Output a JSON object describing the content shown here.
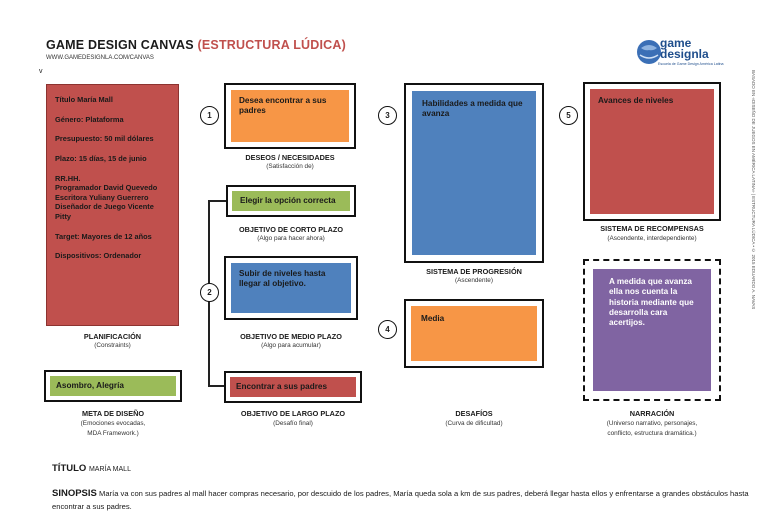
{
  "header": {
    "title_main": "GAME DESIGN CANVAS",
    "title_sub": "(ESTRUCTURA LÚDICA)",
    "url": "WWW.GAMEDESIGNLA.COM/CANVAS",
    "v_mark": "v"
  },
  "logo": {
    "line1": "game",
    "line2": "designla",
    "tagline": "Escuela de Game Design América Latina"
  },
  "side_note": "BASADO EN «DISEÑO DE JUEGOS EN AMÉRICA LATINA» | ESTRUCTURA LÚDICA • © 2015 EDUARDO A. NAVAS",
  "planificacion": {
    "lines": [
      "Título María Mall",
      "Género: Plataforma",
      "Presupuesto: 50 mil dólares",
      "Plazo: 15 días, 15 de junio",
      "RR.HH.",
      "Programador David Quevedo",
      "Escritora Yuliany Guerrero",
      "Diseñador de Juego Vicente Pitty",
      "Target: Mayores de 12 años",
      "Dispositivos: Ordenador"
    ],
    "caption": "PLANIFICACIÓN",
    "subcaption": "(Constraints)"
  },
  "meta": {
    "text": "Asombro, Alegría",
    "caption": "META DE DISEÑO",
    "subcaption_1": "(Emociones evocadas,",
    "subcaption_2": "MDA Framework.)"
  },
  "deseos": {
    "number": "1",
    "text": "Desea encontrar a sus padres",
    "caption": "DESEOS / NECESIDADES",
    "subcaption": "(Satisfacción de)"
  },
  "objetivos": {
    "number": "2",
    "corto": {
      "text": "Elegir la opción correcta",
      "caption": "OBJETIVO DE CORTO PLAZO",
      "subcaption": "(Algo para hacer ahora)"
    },
    "medio": {
      "text": "Subir de niveles hasta llegar al objetivo.",
      "caption": "OBJETIVO DE MEDIO PLAZO",
      "subcaption": "(Algo para acumular)"
    },
    "largo": {
      "text": "Encontrar a sus padres",
      "caption": "OBJETIVO DE LARGO PLAZO",
      "subcaption": "(Desafío final)"
    }
  },
  "progresion": {
    "number": "3",
    "text": "Habilidades a medida que avanza",
    "caption": "SISTEMA DE PROGRESIÓN",
    "subcaption": "(Ascendente)"
  },
  "desafios": {
    "number": "4",
    "text": "Media",
    "caption": "DESAFÍOS",
    "subcaption": "(Curva de dificultad)"
  },
  "recompensas": {
    "number": "5",
    "text": "Avances de niveles",
    "caption": "SISTEMA  DE RECOMPENSAS",
    "subcaption": "(Ascendente, interdependiente)"
  },
  "narracion": {
    "text": "A medida que avanza ella nos cuenta la historia mediante que desarrolla cara acertijos.",
    "caption": "NARRACIÓN",
    "subcaption_1": "(Universo narrativo, personajes,",
    "subcaption_2": "conflicto, estructura dramática.)"
  },
  "footer": {
    "titulo_label": "TÍTULO",
    "titulo_value": "MARÍA MALL",
    "sinopsis_label": "SINOPSIS",
    "sinopsis_text": "María va con sus padres al mall hacer compras necesario, por descuido de los padres, María queda sola a km de sus padres, deberá llegar hasta ellos y enfrentarse a grandes obstáculos hasta encontrar a sus padres."
  },
  "colors": {
    "red": "#c0504d",
    "orange": "#f79646",
    "blue": "#4f81bd",
    "green": "#9bbb59",
    "purple": "#8064a2"
  }
}
